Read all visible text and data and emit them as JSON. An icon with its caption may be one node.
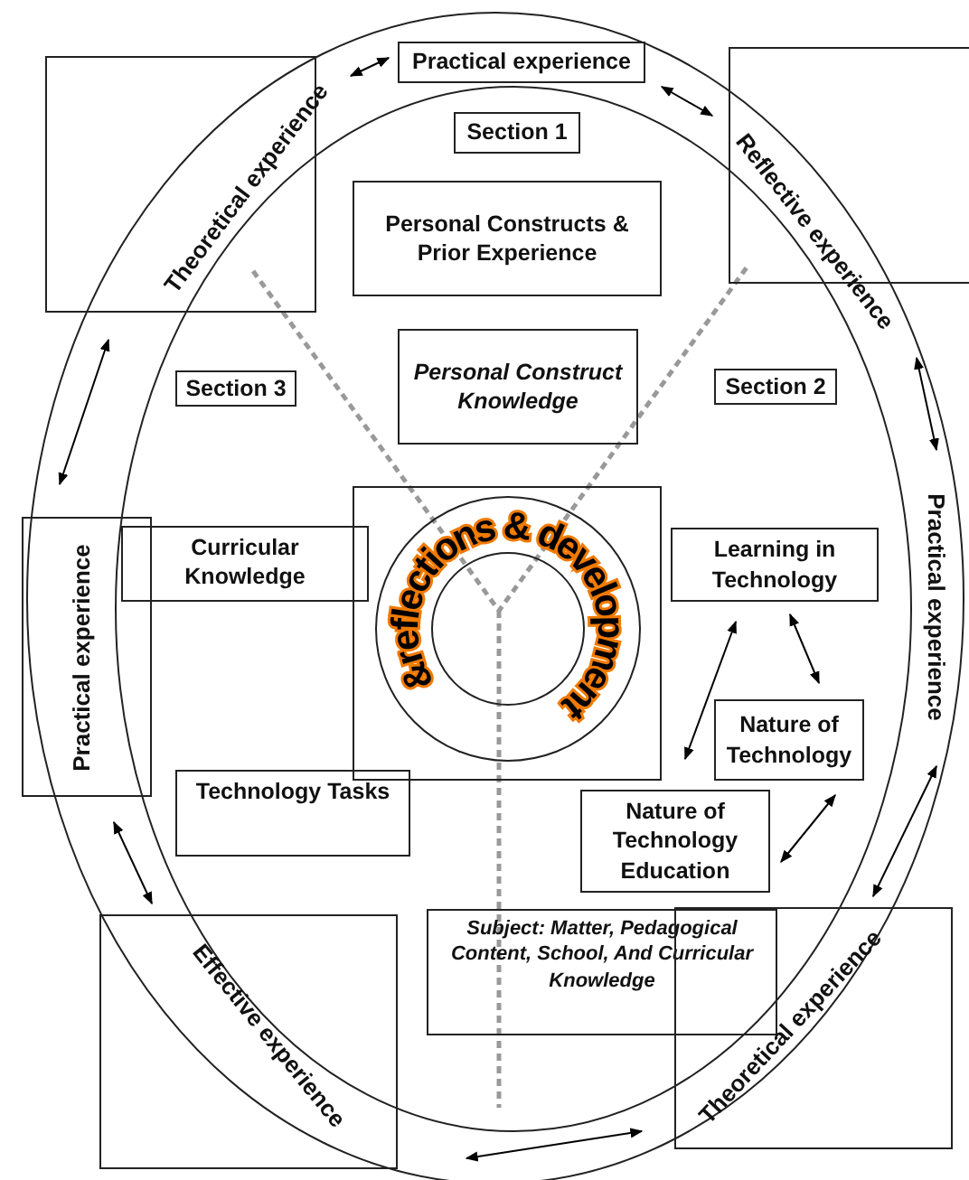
{
  "diagram": {
    "nodes": [
      {
        "text": [
          "Theoretical experience"
        ]
      },
      {
        "text": [
          "Practical experience"
        ]
      },
      {
        "text": [
          "Reflective experience"
        ]
      },
      {
        "text": [
          "Section 1"
        ]
      },
      {
        "text": [
          "Personal Constructs & Prior Experience"
        ]
      },
      {
        "text": [
          "Personal Construct Knowledge"
        ]
      },
      {
        "text": [
          "Section 3"
        ]
      },
      {
        "text": [
          "Section 2"
        ]
      },
      {
        "text": [
          "Practical experience"
        ]
      },
      {
        "text": [
          "Curricular Knowledge"
        ]
      },
      {
        "text": [
          "&reflections & development"
        ]
      },
      {
        "text": [
          "Learning in Technology"
        ]
      },
      {
        "text": [
          "Practical experience"
        ]
      },
      {
        "text": [
          "Nature of Technology"
        ]
      },
      {
        "text": [
          "Technology Tasks"
        ]
      },
      {
        "text": [
          "Nature of Technology Education"
        ]
      },
      {
        "text": [
          "Effective experience"
        ]
      },
      {
        "text": [
          "Subject: Matter, Pedagogical Content, School, And Curricular Knowledge"
        ]
      },
      {
        "text": [
          "Theoretical experience"
        ]
      }
    ],
    "edges": [
      {
        "from": 0,
        "to": 1,
        "arrow": "both"
      },
      {
        "from": 1,
        "to": 2,
        "arrow": "both"
      },
      {
        "from": 2,
        "to": 12,
        "arrow": "both"
      },
      {
        "from": 12,
        "to": 18,
        "arrow": "both"
      },
      {
        "from": 18,
        "to": 16,
        "arrow": "both"
      },
      {
        "from": 16,
        "to": 8,
        "arrow": "both"
      },
      {
        "from": 8,
        "to": 0,
        "arrow": "both"
      },
      {
        "from": 11,
        "to": 13,
        "arrow": "both"
      },
      {
        "from": 11,
        "to": 15,
        "arrow": "both"
      },
      {
        "from": 13,
        "to": 15,
        "arrow": "both"
      }
    ]
  }
}
